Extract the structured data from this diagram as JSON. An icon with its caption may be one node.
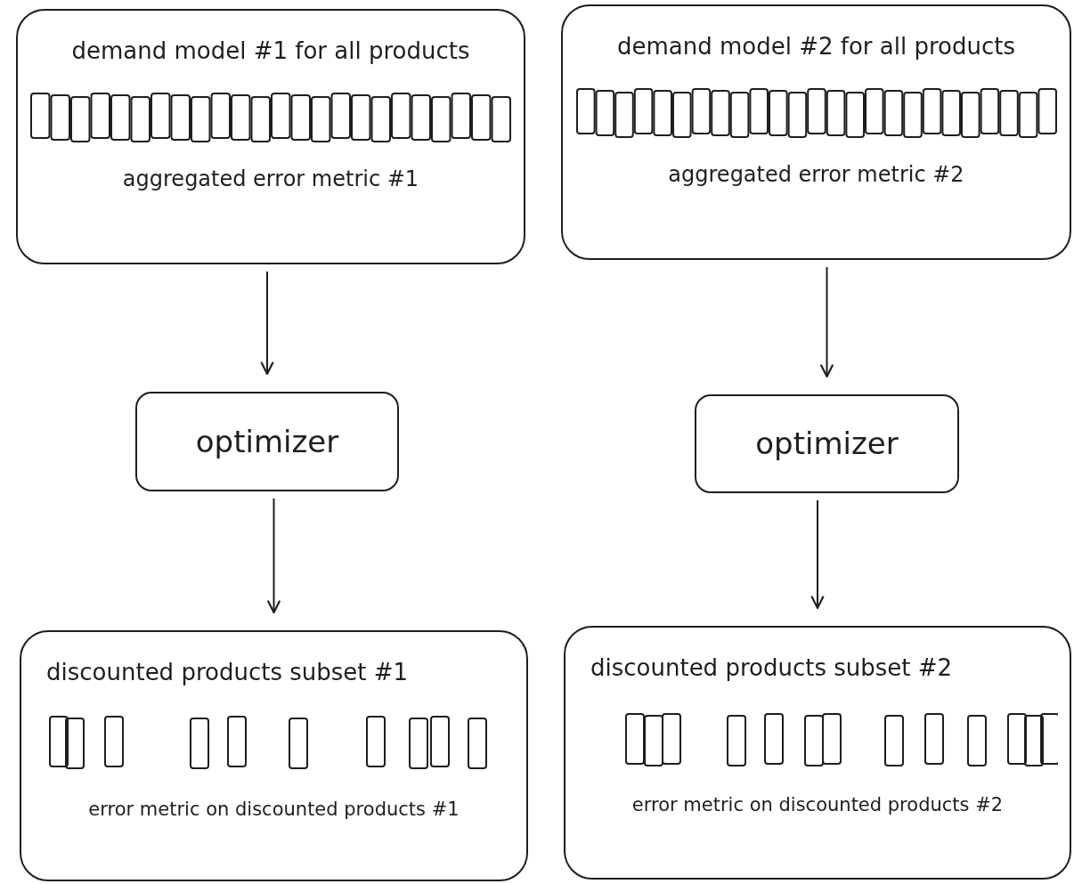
{
  "diagram": {
    "nodes": [
      {
        "text": [
          "demand model #1 for all products",
          "aggregated error metric #1"
        ]
      },
      {
        "text": [
          "demand model #2 for all products",
          "aggregated error metric #2"
        ]
      },
      {
        "text": [
          "optimizer"
        ]
      },
      {
        "text": [
          "optimizer"
        ]
      },
      {
        "text": [
          "discounted products subset #1",
          "error metric on discounted products #1"
        ]
      },
      {
        "text": [
          "discounted products subset #2",
          "error metric on discounted products #2"
        ]
      }
    ],
    "edges": [
      {
        "from": 0,
        "to": 2,
        "arrow": "to"
      },
      {
        "from": 1,
        "to": 3,
        "arrow": "to"
      },
      {
        "from": 2,
        "to": 4,
        "arrow": "to"
      },
      {
        "from": 3,
        "to": 5,
        "arrow": "to"
      }
    ]
  }
}
